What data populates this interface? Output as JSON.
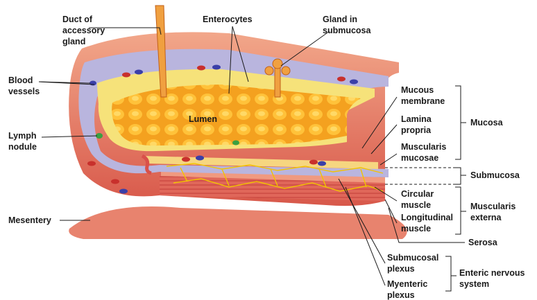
{
  "labels": {
    "duct": [
      "Duct of",
      "accessory",
      "gland"
    ],
    "enterocytes": "Enterocytes",
    "gland": [
      "Gland in",
      "submucosa"
    ],
    "blood_vessels": [
      "Blood",
      "vessels"
    ],
    "lumen": "Lumen",
    "lymph_nodule": [
      "Lymph",
      "nodule"
    ],
    "mesentery": "Mesentery",
    "mucous_membrane": [
      "Mucous",
      "membrane"
    ],
    "lamina_propria": [
      "Lamina",
      "propria"
    ],
    "muscularis_mucosae": [
      "Muscularis",
      "mucosae"
    ],
    "mucosa": "Mucosa",
    "submucosa": "Submucosa",
    "circular_muscle": [
      "Circular",
      "muscle"
    ],
    "longitudinal_muscle": [
      "Longitudinal",
      "muscle"
    ],
    "muscularis_externa": [
      "Muscularis",
      "externa"
    ],
    "serosa": "Serosa",
    "submucosal_plexus": [
      "Submucosal",
      "plexus"
    ],
    "myenteric_plexus": [
      "Myenteric",
      "plexus"
    ],
    "enteric_nervous_system": [
      "Enteric nervous",
      "system"
    ]
  },
  "colors": {
    "serosa_outer": "#e2705a",
    "muscle": "#d9504a",
    "muscle_light": "#ee9a7a",
    "submucosa": "#b7b3dc",
    "lamina_yellow": "#f6e27a",
    "lumen": "#f4a11f",
    "lumen_dark": "#d97a10",
    "nerve": "#f2c400",
    "vessel_red": "#c8302c",
    "vessel_blue": "#3a3fa8"
  }
}
